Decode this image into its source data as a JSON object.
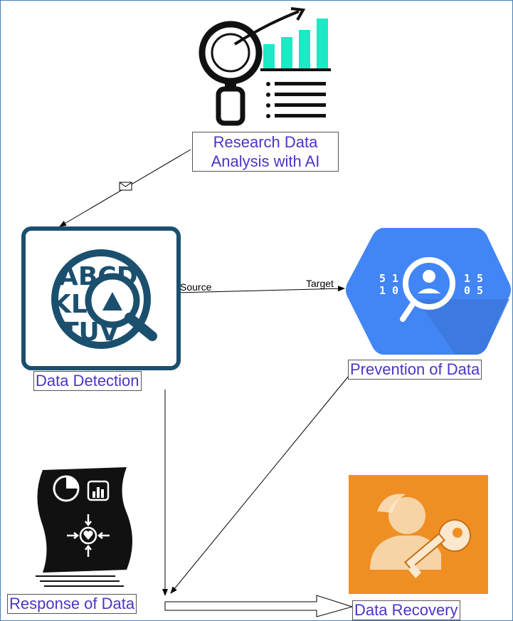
{
  "nodes": {
    "research": {
      "label": "Research Data\nAnalysis with AI",
      "label_line1": "Research Data",
      "label_line2": "Analysis with AI",
      "icon": "magnifier-chart-icon"
    },
    "detection": {
      "label": "Data Detection",
      "icon": "text-search-icon",
      "icon_letters": [
        "ABCD",
        "KLMN",
        "TUV"
      ]
    },
    "prevention": {
      "label": "Prevention of Data",
      "icon": "data-loss-prevention-icon",
      "icon_digits_left": [
        "5 1",
        "1 0"
      ],
      "icon_digits_right": [
        "1 5",
        "0 5"
      ]
    },
    "response": {
      "label": "Response of Data",
      "icon": "dashboard-document-icon"
    },
    "recovery": {
      "label": "Data Recovery",
      "icon": "user-key-icon"
    }
  },
  "edges": {
    "detection_to_prevention": {
      "source_label": "Source",
      "target_label": "Target"
    }
  },
  "colors": {
    "label_text": "#4a35c7",
    "teal": "#1de9c4",
    "detection_blue": "#1b4f6e",
    "prevention_blue": "#4285f4",
    "recovery_orange": "#ef8f23"
  }
}
